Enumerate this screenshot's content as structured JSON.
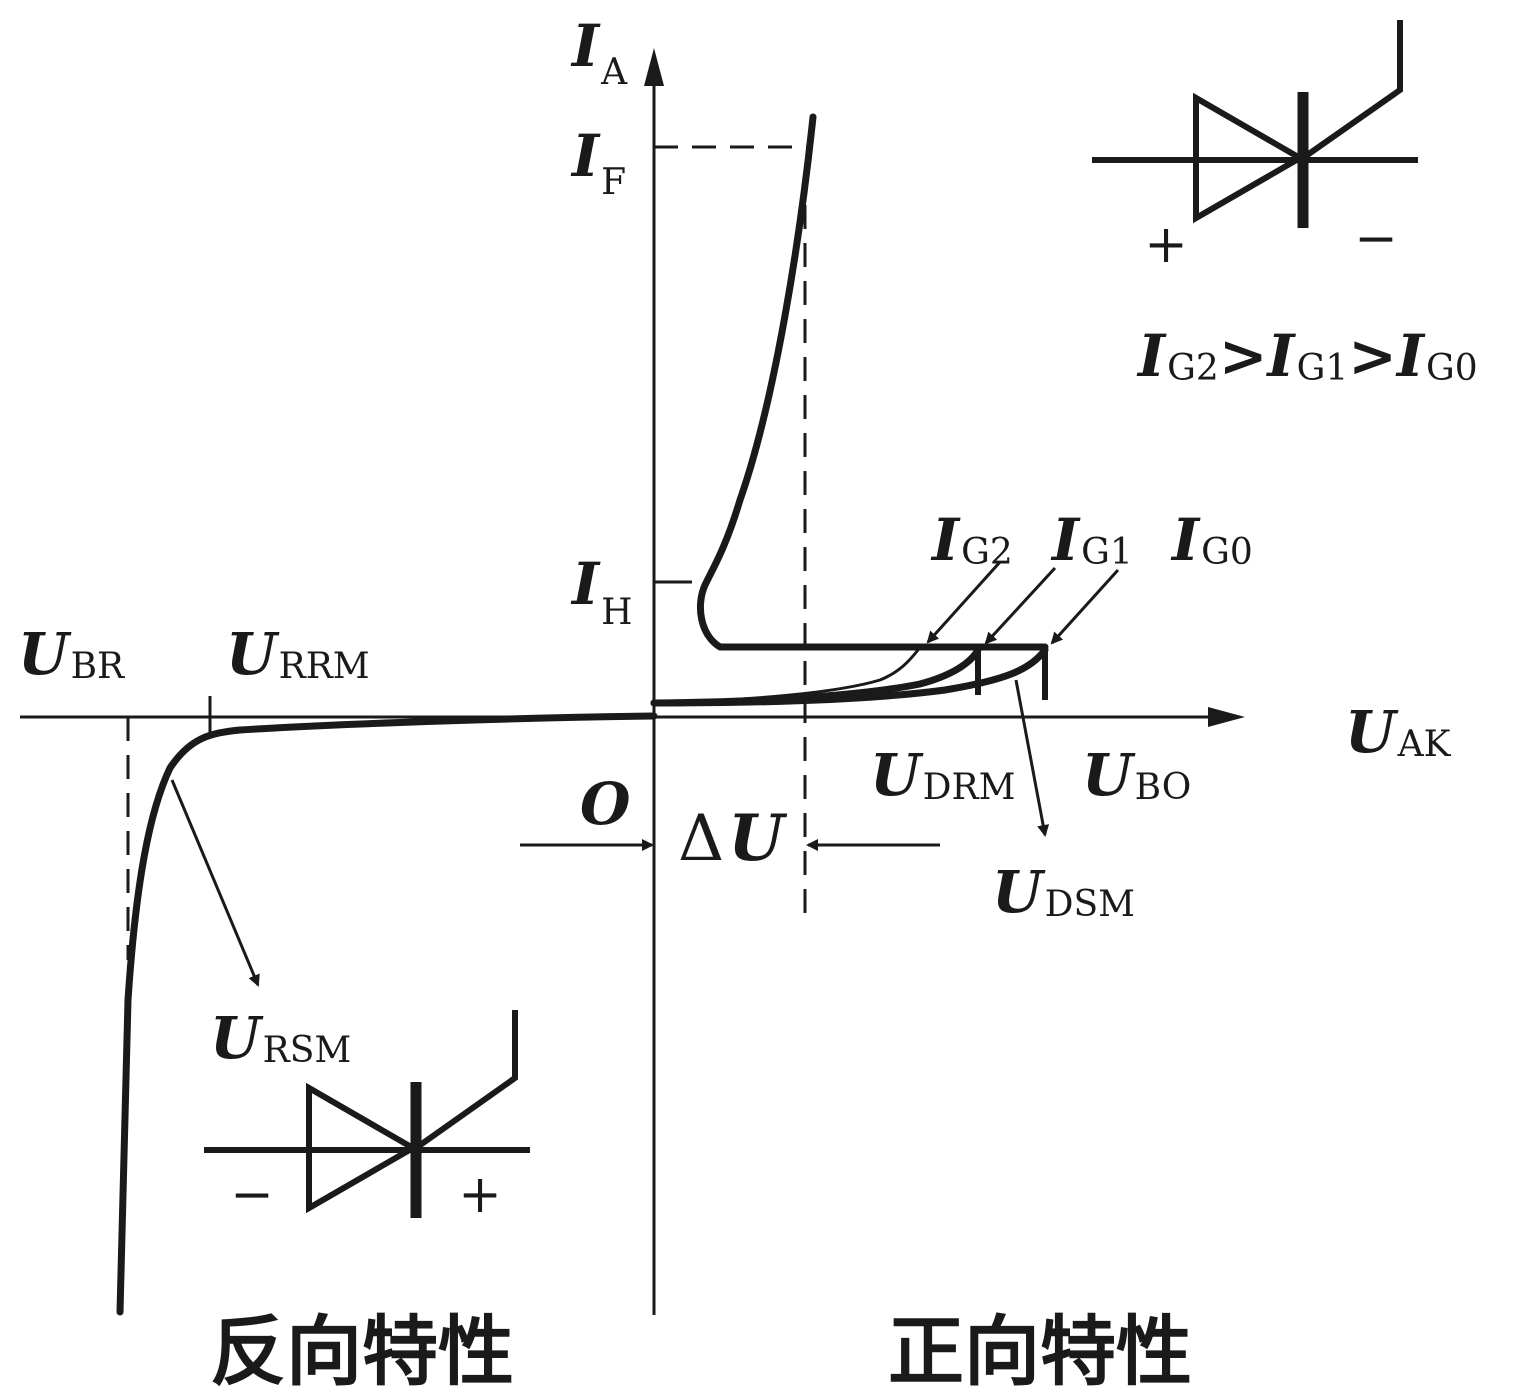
{
  "labels": {
    "i_a": {
      "main": "I",
      "sub": "A"
    },
    "i_f": {
      "main": "I",
      "sub": "F"
    },
    "i_h": {
      "main": "I",
      "sub": "H"
    },
    "u_br": {
      "main": "U",
      "sub": "BR"
    },
    "u_rrm": {
      "main": "U",
      "sub": "RRM"
    },
    "u_rsm": {
      "main": "U",
      "sub": "RSM"
    },
    "u_ak": {
      "main": "U",
      "sub": "AK"
    },
    "u_drm": {
      "main": "U",
      "sub": "DRM"
    },
    "u_bo": {
      "main": "U",
      "sub": "BO"
    },
    "u_dsm": {
      "main": "U",
      "sub": "DSM"
    },
    "origin": "O",
    "delta_u": {
      "delta": "Δ",
      "main": "U"
    },
    "i_g2": {
      "main": "I",
      "sub": "G2"
    },
    "i_g1": {
      "main": "I",
      "sub": "G1"
    },
    "i_g0": {
      "main": "I",
      "sub": "G0"
    },
    "gate_relation": {
      "t1": "I",
      "s1": "G2",
      "op1": ">",
      "t2": "I",
      "s2": "G1",
      "op2": ">",
      "t3": "I",
      "s3": "G0"
    },
    "reverse_title": "反向特性",
    "forward_title": "正向特性"
  },
  "symbols": {
    "forward": {
      "left_sign": "+",
      "right_sign": "−"
    },
    "reverse": {
      "left_sign": "−",
      "right_sign": "+"
    }
  }
}
